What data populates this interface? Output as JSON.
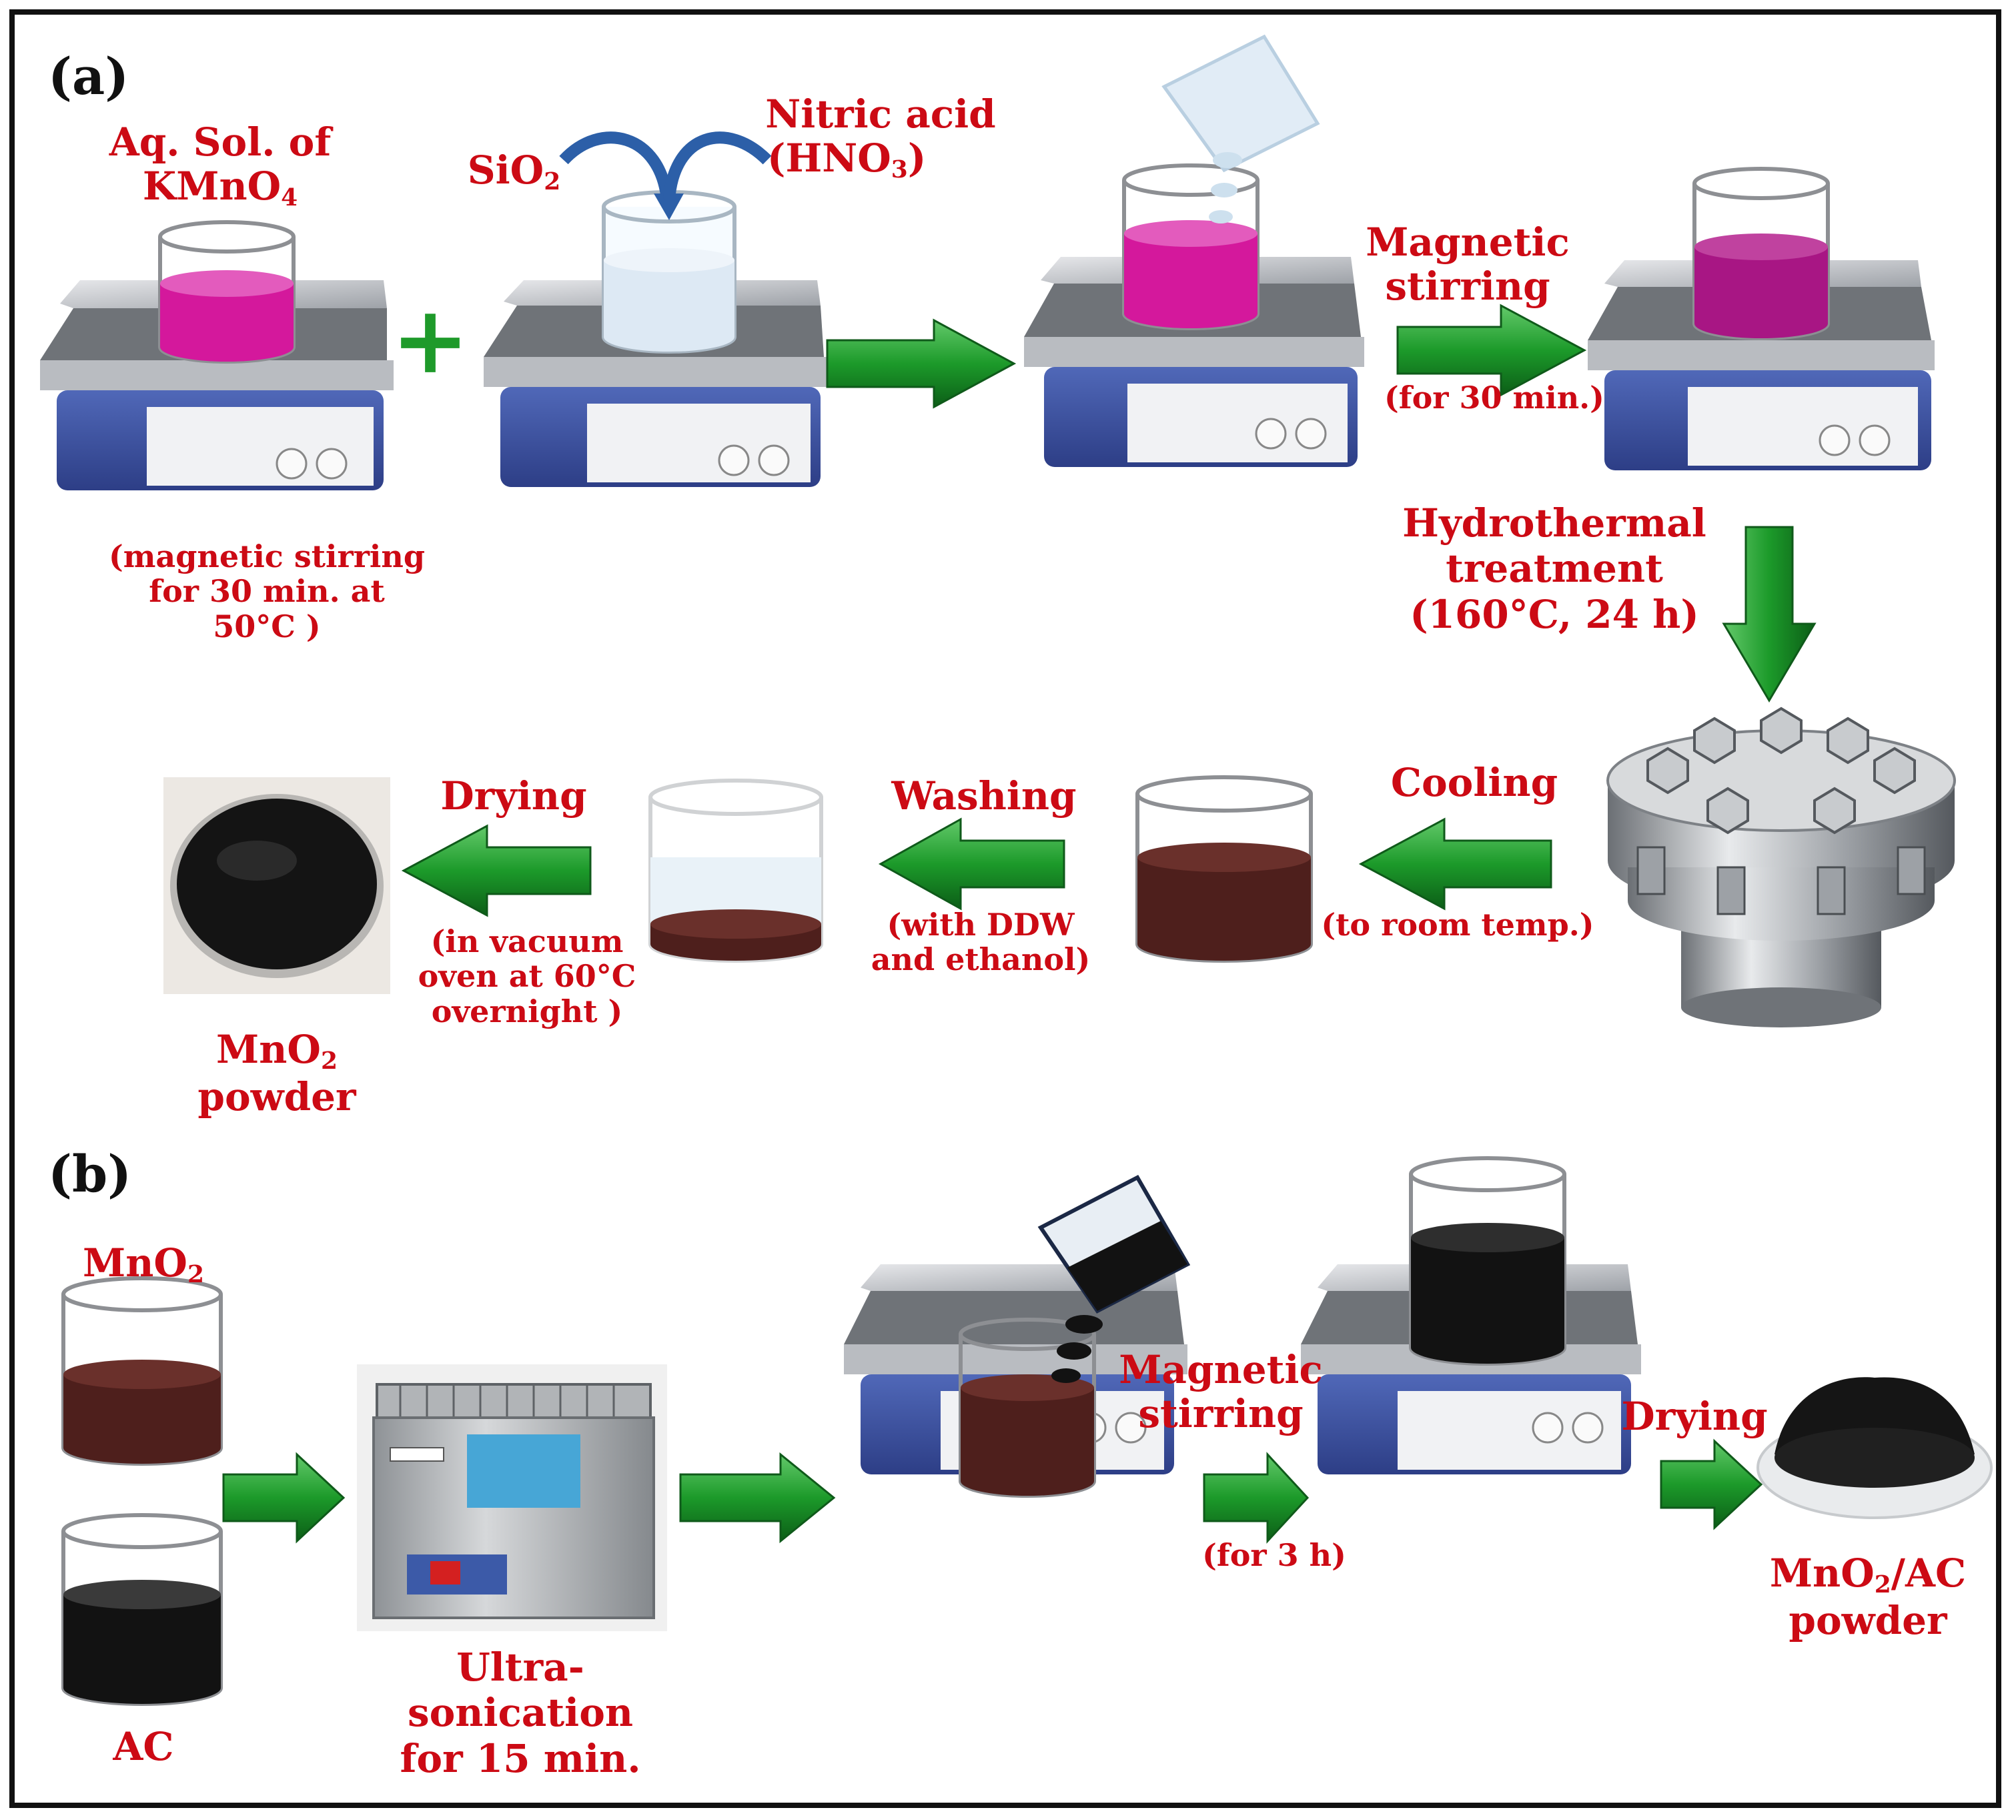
{
  "panel_a": {
    "tag": "(a)",
    "reactant_1": {
      "line1": "Aq. Sol. of",
      "line2_main": "KMnO",
      "line2_sub": "4"
    },
    "reactant_2": {
      "main": "SiO",
      "sub": "2"
    },
    "reactant_3": {
      "line1": "Nitric acid",
      "line2_main": "(HNO",
      "line2_sub": "3",
      "line2_end": ")"
    },
    "plus_sign": "+",
    "step_1_condition": {
      "line1": "(magnetic stirring",
      "line2": "for 30 min. at",
      "line3": "50°C )"
    },
    "step_2": {
      "line1": "Magnetic",
      "line2": "stirring",
      "condition": "(for 30 min.)"
    },
    "step_3": {
      "line1": "Hydrothermal",
      "line2": "treatment",
      "line3": "(160°C, 24 h)"
    },
    "step_4": {
      "title": "Cooling",
      "condition": "(to room temp.)"
    },
    "step_5": {
      "title": "Washing",
      "line1": "(with DDW",
      "line2": "and ethanol)"
    },
    "step_6": {
      "title": "Drying",
      "line1": "(in vacuum",
      "line2": "oven at 60°C",
      "line3": "overnight )"
    },
    "product": {
      "line1_main": "MnO",
      "line1_sub": "2",
      "line2": "powder"
    }
  },
  "panel_b": {
    "tag": "(b)",
    "input_1": {
      "main": "MnO",
      "sub": "2"
    },
    "input_2": "AC",
    "step_1": {
      "line1": "Ultra-",
      "line2": "sonication",
      "line3": "for 15 min."
    },
    "step_2": {
      "line1": "Magnetic",
      "line2": "stirring",
      "condition": "(for 3 h)"
    },
    "step_3": "Drying",
    "product": {
      "line1_main": "MnO",
      "line1_sub": "2",
      "line1_end": "/AC",
      "line2": "powder"
    }
  },
  "colors": {
    "label_red": "#cc0a14",
    "arrow_green": "#1c8a24",
    "kmno4_magenta": "#d4189c",
    "mixed_purple": "#a81684",
    "mno2_brown": "#4e1f1c",
    "ac_black": "#121212",
    "stirrer_blue": "#3a4f9e"
  }
}
